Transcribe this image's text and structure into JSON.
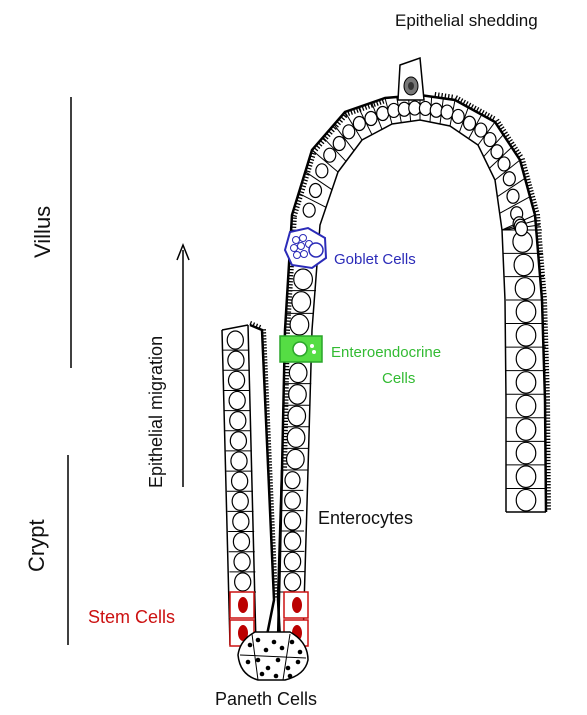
{
  "labels": {
    "villus": "Villus",
    "crypt": "Crypt",
    "epithelial_migration": "Epithelial migration",
    "epithelial_shedding": "Epithelial shedding",
    "goblet_cells": "Goblet Cells",
    "enteroendocrine_line1": "Enteroendocrine",
    "enteroendocrine_line2": "Cells",
    "enterocytes": "Enterocytes",
    "stem_cells": "Stem Cells",
    "paneth_cells": "Paneth Cells"
  },
  "colors": {
    "outline": "#000000",
    "goblet": "#2b2bb8",
    "enteroendocrine": "#33cc33",
    "stem": "#cc1111",
    "text": "#111111"
  }
}
